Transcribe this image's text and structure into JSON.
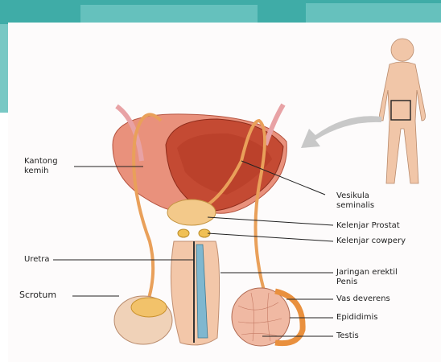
{
  "labels": {
    "kantong_kemih": "Kantong\nkemih",
    "vesikula_seminalis": "Vesikula\nseminalis",
    "kelenjar_prostat": "Kelenjar Prostat",
    "kelenjar_cowpery": "Kelenjar cowpery",
    "uretra": "Uretra",
    "jaringan_erektil": "Jaringan erektil\nPenis",
    "scrotum": "Scrotum",
    "vas_deverens": "Vas deverens",
    "epididimis": "Epididimis",
    "testis": "Testis"
  },
  "colors": {
    "bladder": "#e58f7c",
    "bladder_inner": "#c9543d",
    "tube": "#e9a05a",
    "skin": "#f3c7a9",
    "testis": "#f0b9a3",
    "prostate": "#f3c98a",
    "header": "#2fa5a0"
  }
}
